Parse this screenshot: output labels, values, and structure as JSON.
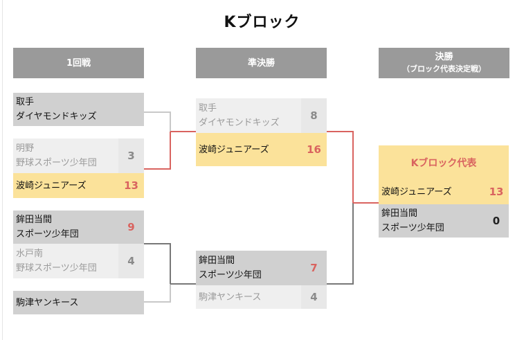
{
  "title": "Kブロック",
  "rounds": {
    "r1": "1回戦",
    "semi": "準決勝",
    "final_line1": "決勝",
    "final_line2": "（ブロック代表決定戦）"
  },
  "round1": {
    "m1": {
      "name": "取手\nダイヤモンドキッズ",
      "score": ""
    },
    "m2_top": {
      "name": "明野\n野球スポーツ少年団",
      "score": "3"
    },
    "m2_bottom": {
      "name": "波崎ジュニアーズ",
      "score": "13"
    },
    "m3_top": {
      "name": "鉾田当間\nスポーツ少年団",
      "score": "9"
    },
    "m3_bottom": {
      "name": "水戸南\n野球スポーツ少年団",
      "score": "4"
    },
    "m4": {
      "name": "駒津ヤンキース",
      "score": ""
    }
  },
  "semifinal": {
    "a_top": {
      "name": "取手\nダイヤモンドキッズ",
      "score": "8"
    },
    "a_bottom": {
      "name": "波崎ジュニアーズ",
      "score": "16"
    },
    "b_top": {
      "name": "鉾田当間\nスポーツ少年団",
      "score": "7"
    },
    "b_bottom": {
      "name": "駒津ヤンキース",
      "score": "4"
    }
  },
  "final": {
    "representative_label": "Kブロック代表",
    "top": {
      "name": "波崎ジュニアーズ",
      "score": "13"
    },
    "bottom": {
      "name": "鉾田当間\nスポーツ少年団",
      "score": "0"
    }
  },
  "colors": {
    "header_gray": "#9a9a9a",
    "winner_yellow": "#fbe29a",
    "winner_red": "#d9635f",
    "line_gray": "#777777",
    "line_light": "#c8c8c8"
  }
}
